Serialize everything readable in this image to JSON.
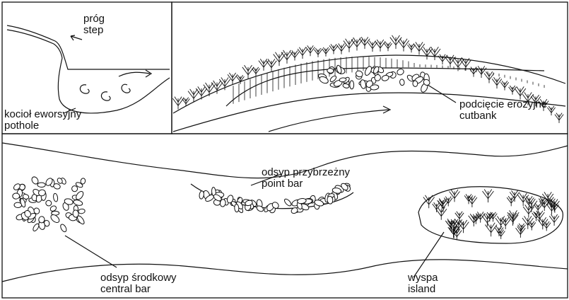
{
  "colors": {
    "ink": "#111111",
    "background": "#ffffff"
  },
  "panels": {
    "step_pothole": {
      "step": {
        "pl": "próg",
        "en": "step"
      },
      "pothole": {
        "pl": "kocioł eworsyjny",
        "en": "pothole"
      }
    },
    "cutbank": {
      "label": {
        "pl": "podcięcie erozyjne",
        "en": "cutbank"
      }
    },
    "river": {
      "point_bar": {
        "pl": "odsyp przybrzeżny",
        "en": "point bar"
      },
      "central_bar": {
        "pl": "odsyp środkowy",
        "en": "central bar"
      },
      "island": {
        "pl": "wyspa",
        "en": "island"
      }
    }
  }
}
